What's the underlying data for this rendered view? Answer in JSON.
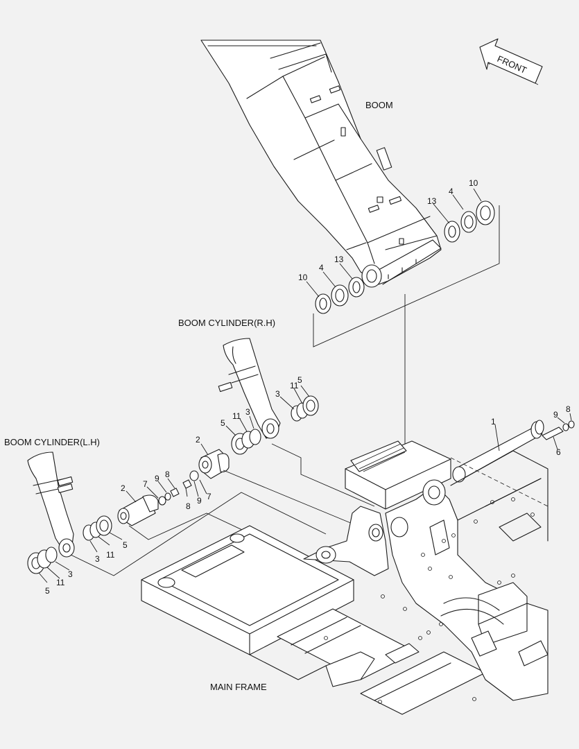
{
  "labels": {
    "boom": "BOOM",
    "boom_cylinder_rh": "BOOM CYLINDER(R.H)",
    "boom_cylinder_lh": "BOOM CYLINDER(L.H)",
    "main_frame": "MAIN FRAME",
    "front": "FRONT"
  },
  "callouts": {
    "c1": "1",
    "c2a": "2",
    "c2b": "2",
    "c3a": "3",
    "c3b": "3",
    "c3c": "3",
    "c3d": "3",
    "c4a": "4",
    "c4b": "4",
    "c5a": "5",
    "c5b": "5",
    "c5c": "5",
    "c5d": "5",
    "c6": "6",
    "c7a": "7",
    "c7b": "7",
    "c8a": "8",
    "c8b": "8",
    "c8c": "8",
    "c9a": "9",
    "c9b": "9",
    "c9c": "9",
    "c10a": "10",
    "c10b": "10",
    "c11a": "11",
    "c11b": "11",
    "c11c": "11",
    "c11d": "11",
    "c13a": "13",
    "c13b": "13"
  }
}
